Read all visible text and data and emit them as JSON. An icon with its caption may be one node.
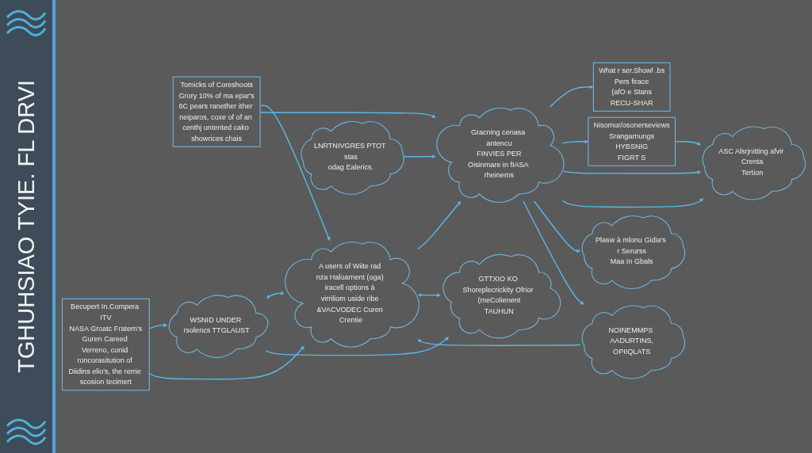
{
  "diagram": {
    "title": "TGHUHSIAO TYIE. FL DRVI",
    "nodes": [
      {
        "text": [
          "Becupert In.Compera ITV",
          "NASA Groatc Fratern's",
          "Guren Careed Verreno, conid roncorasitution of Diidins elio's, the rerrie scosion tecimert"
        ]
      },
      {
        "text": [
          "Tomicks of Coreshoots",
          "Grory 10% of ma epar's",
          "6C pears ranether ither neiparos, coxe of of an centhj untented cako showrices chais"
        ]
      },
      {
        "text": [
          "What r ser.Showl .bs",
          "Pers firace",
          "(afO e Stans",
          "RECU-SHAR"
        ]
      },
      {
        "text": [
          "Nisomur/osonerseviews",
          "Srangarnungs",
          "HYBSNIG",
          "FIGRT S"
        ]
      },
      {
        "text": [
          "WSNID UNDER rsolencs TTGLAUST"
        ]
      },
      {
        "text": [
          "A users of Wiite rad nza Haloarnent (oga) iracell options à virriliom uside ribe &VACVODEC Curen Crentie"
        ]
      },
      {
        "text": [
          "Gracning cenasa antencu",
          "FINVIES PER",
          "Oisinmare in fIASA rheinems"
        ]
      },
      {
        "text": [
          "ASC Alsrjnitting afvir Crenta",
          "Tertion"
        ]
      },
      {
        "text": [
          "GTTXIO KO Shoreplecrickity Ofrior (meColienent",
          "TAUHUN"
        ]
      },
      {
        "text": [
          "NOINEMMPS AADURTINS,",
          "OPIIQLATS"
        ]
      },
      {
        "text": [
          "LNRTNIVGRES PTOT stas",
          "odag Ealerics."
        ]
      },
      {
        "text": [
          "Plasw à mlonu Gidia's r Serurss",
          "Maa In Gbals"
        ]
      }
    ],
    "edges": [
      {
        "from": 0,
        "to": 4,
        "arrow": "to"
      },
      {
        "from": 0,
        "to": 5,
        "arrow": "to"
      },
      {
        "from": 1,
        "to": 5,
        "arrow": "to"
      },
      {
        "from": 1,
        "to": 6,
        "arrow": "to"
      },
      {
        "from": 6,
        "to": 2,
        "arrow": "to"
      },
      {
        "from": 6,
        "to": 3,
        "arrow": "to"
      },
      {
        "from": 3,
        "to": 7,
        "arrow": "to"
      },
      {
        "from": 4,
        "to": 5,
        "arrow": "both"
      },
      {
        "from": 5,
        "to": 6,
        "arrow": "to"
      },
      {
        "from": 6,
        "to": 7,
        "arrow": "to"
      },
      {
        "from": 6,
        "to": 7,
        "arrow": "to"
      },
      {
        "from": 6,
        "to": 11,
        "arrow": "to"
      },
      {
        "from": 6,
        "to": 9,
        "arrow": "to"
      },
      {
        "from": 10,
        "to": 6,
        "arrow": "to"
      },
      {
        "from": 4,
        "to": 8,
        "arrow": "to"
      },
      {
        "from": 5,
        "to": 8,
        "arrow": "both"
      },
      {
        "from": 9,
        "to": 5,
        "arrow": "to"
      }
    ]
  }
}
